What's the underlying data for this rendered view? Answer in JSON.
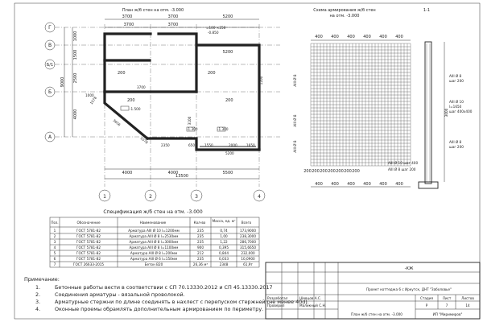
{
  "plan": {
    "title": "План ж/б стен на отм. -3.000",
    "axes_letters": [
      "Г",
      "В",
      "Б/1",
      "Б",
      "А"
    ],
    "axes_numbers": [
      "1",
      "2",
      "3",
      "4"
    ],
    "top_dims": [
      "3700",
      "3700",
      "5200"
    ],
    "top_inner_dims": [
      "3700",
      "3700",
      "5200"
    ],
    "left_dims": [
      "1000",
      "1500",
      "2500",
      "4000"
    ],
    "left_total": "9000",
    "bottom_dims": [
      "4000",
      "4000",
      "5500"
    ],
    "bottom_total": "13500",
    "inner_labels": {
      "opening_top": "=100 ×250",
      "elev_top": "-0.850",
      "d1": "200",
      "d2": "200",
      "d3": "3100",
      "d4": "1200",
      "d5": "200",
      "d6": "3700",
      "d7": "200",
      "d8": "650",
      "d9": "1550",
      "d10": "2000",
      "d11": "1650",
      "d12": "2350",
      "d13": "5200",
      "d14": "1078",
      "d15": "1000",
      "d16": "3656",
      "d17": "1078",
      "elev1": "-1.500",
      "elev2": "-1.300",
      "elev3": "-1.300"
    }
  },
  "section": {
    "title": "Схема армирования ж/б стен",
    "subtitle": "на отм. -3.000",
    "cut_label": "1-1",
    "top_dims": [
      "400",
      "400",
      "400",
      "400",
      "400",
      "400"
    ],
    "bottom_dims": [
      "200",
      "200",
      "200",
      "200",
      "200",
      "200",
      "200"
    ],
    "bottom_dims2": [
      "400",
      "400",
      "400",
      "400",
      "400",
      "400"
    ],
    "rebar_labels": [
      "AIII Ø 8",
      "AIII Ø 8",
      "AIII Ø 8",
      "AIII Ø 10 шаг 400",
      "AIII Ø 8 шаг 200"
    ],
    "right_labels": [
      "AIII Ø 8",
      "шаг 200",
      "AIII Ø 10",
      "l=1650",
      "шаг 400х400",
      "AIII Ø 8",
      "шаг 200"
    ],
    "height_dim": "3000"
  },
  "spec": {
    "title": "Спецификация ж/б стен на отм. -3.000",
    "headers": [
      "Поз.",
      "Обозначение",
      "Наименование",
      "Кол-во",
      "Масса, ед. кг",
      "Всего"
    ],
    "rows": [
      [
        "1",
        "ГОСТ 5781-82",
        "Арматура AIII Ø 10 l=1200мм",
        "235",
        "0,74",
        "173,9000"
      ],
      [
        "2",
        "ГОСТ 5781-82",
        "Арматура AIII Ø 8 l=2530мм",
        "235",
        "1,00",
        "238,3000"
      ],
      [
        "3",
        "ГОСТ 5781-82",
        "Арматура AIII Ø 8 l=3000мм",
        "235",
        "1,22",
        "286,7000"
      ],
      [
        "4",
        "ГОСТ 5781-82",
        "Арматура AIII Ø 8 l=1100мм",
        "900",
        "0,395",
        "315,6650"
      ],
      [
        "5",
        "ГОСТ 5781-82",
        "Арматура AIII Ø 8 l=200мм",
        "212",
        "0,844",
        "232,000"
      ],
      [
        "6",
        "ГОСТ 5781-82",
        "Арматура AIII Ø 6 l=150мм",
        "235",
        "0,033",
        "10,0900"
      ],
      [
        "7",
        "ГОСТ 26633-2015",
        "Бетон В20",
        "26,36 м³",
        "2348",
        "61,9т"
      ]
    ]
  },
  "notes": {
    "heading": "Примечание:",
    "items": [
      {
        "num": "1.",
        "text": "Бетонные работы вести в соответствии с СП 70.13330.2012 и СП 45.13330.2017"
      },
      {
        "num": "2.",
        "text": "Соединения арматуры - вязальной проволокой."
      },
      {
        "num": "3.",
        "text": "Арматурные стержни по длине соединять в нахлест с перепуском стержней  (не менее 40d)."
      },
      {
        "num": "4.",
        "text": "Оконные проемы обрамлять дополнительным армированием по периметру."
      }
    ]
  },
  "stamp": {
    "code": "-КЖ",
    "project": "Проект коттеджа 6 с Иркутск, ДНТ \"Заболовье\"",
    "role1": "Разработал",
    "name1": "Шевцов А.С.",
    "role2": "Проверил",
    "name2": "Маликный С.Н.",
    "stage_h": "Стадия",
    "sheet_h": "Лист",
    "sheets_h": "Листов",
    "stage": "Р",
    "sheet": "7",
    "sheets": "14",
    "sheet_title": "План ж/б стен на отм. -3.000",
    "org": "ИП \"Миримиров\""
  }
}
